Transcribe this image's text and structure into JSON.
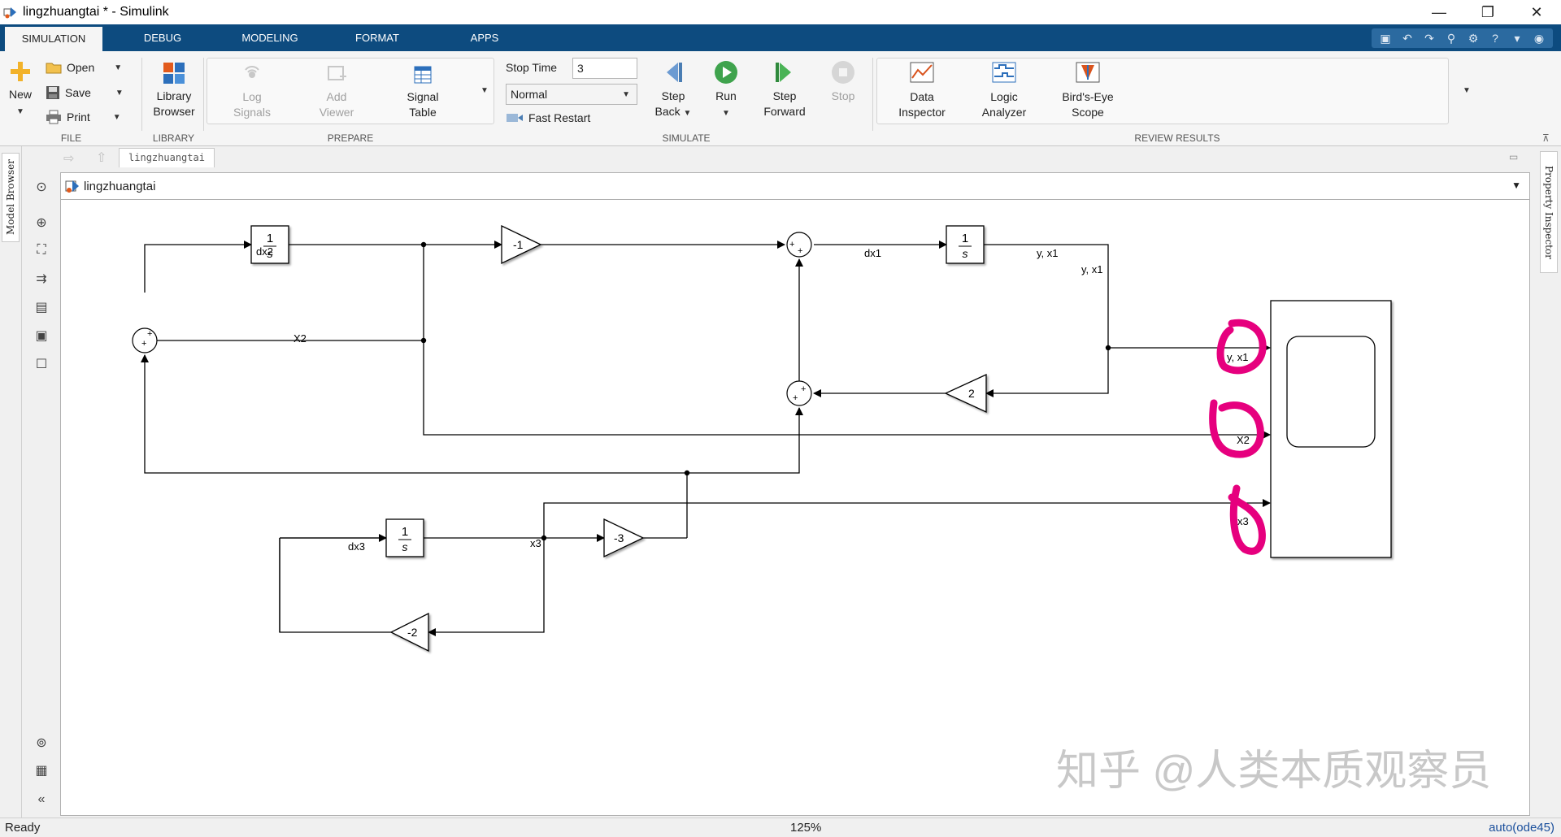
{
  "window": {
    "title": "lingzhuangtai * - Simulink",
    "minimize": "—",
    "maximize": "❐",
    "close": "✕"
  },
  "tabs": [
    "SIMULATION",
    "DEBUG",
    "MODELING",
    "FORMAT",
    "APPS"
  ],
  "active_tab": "SIMULATION",
  "ribbon": {
    "file": {
      "new": "New",
      "open": "Open",
      "save": "Save",
      "print": "Print",
      "label": "FILE"
    },
    "library": {
      "library_browser_line1": "Library",
      "library_browser_line2": "Browser",
      "label": "LIBRARY"
    },
    "prepare": {
      "log_signals_line1": "Log",
      "log_signals_line2": "Signals",
      "add_viewer_line1": "Add",
      "add_viewer_line2": "Viewer",
      "signal_table_line1": "Signal",
      "signal_table_line2": "Table",
      "label": "PREPARE"
    },
    "simulate": {
      "stop_time_label": "Stop Time",
      "stop_time_value": "3",
      "mode_value": "Normal",
      "fast_restart": "Fast Restart",
      "step_back_line1": "Step",
      "step_back_line2": "Back",
      "run": "Run",
      "step_forward_line1": "Step",
      "step_forward_line2": "Forward",
      "stop": "Stop",
      "label": "SIMULATE"
    },
    "review": {
      "data_inspector_line1": "Data",
      "data_inspector_line2": "Inspector",
      "logic_analyzer_line1": "Logic",
      "logic_analyzer_line2": "Analyzer",
      "birds_eye_line1": "Bird's-Eye",
      "birds_eye_line2": "Scope",
      "label": "REVIEW RESULTS"
    }
  },
  "side_tabs": {
    "model_browser": "Model Browser",
    "property_inspector": "Property Inspector"
  },
  "breadcrumb_tab": "lingzhuangtai",
  "address": "lingzhuangtai",
  "diagram": {
    "integrator_num": "1",
    "integrator_den": "s",
    "gain_neg1": "-1",
    "gain_2": "2",
    "gain_neg3": "-3",
    "gain_neg2": "-2",
    "signals": {
      "dx2": "dx2",
      "x2": "X2",
      "dx1": "dx1",
      "y_x1_a": "y, x1",
      "y_x1_b": "y, x1",
      "dx3": "dx3",
      "x3": "x3",
      "scope_in1": "y, x1",
      "scope_in2": "X2",
      "scope_in3": "x3"
    },
    "sum_sign": "+",
    "annotation_color": "#e6007e"
  },
  "watermark": "知乎 @人类本质观察员",
  "status": {
    "left": "Ready",
    "zoom": "125%",
    "solver": "auto(ode45)"
  }
}
